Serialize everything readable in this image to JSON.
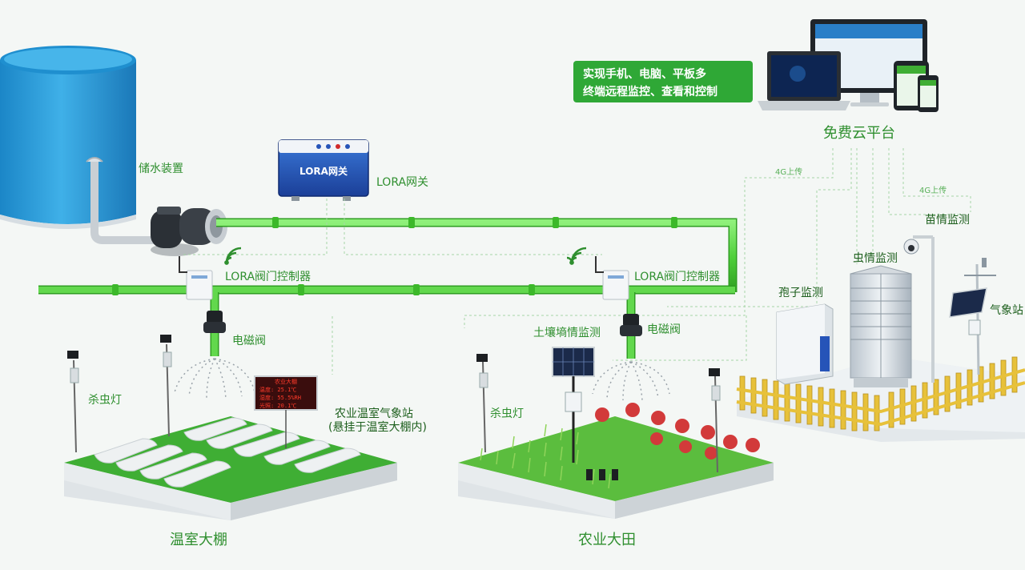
{
  "labels": {
    "water_tank": "储水装置",
    "lora_gateway": "LORA网关",
    "gateway_brand": "LORA网关",
    "valve_controller_left": "LORA阀门控制器",
    "valve_controller_right": "LORA阀门控制器",
    "solenoid_left": "电磁阀",
    "solenoid_right": "电磁阀",
    "insect_lamp_left": "杀虫灯",
    "insect_lamp_right": "杀虫灯",
    "greenhouse_weather_line1": "农业温室气象站",
    "greenhouse_weather_line2": "(悬挂于温室大棚内)",
    "soil_monitor": "土壤墒情监测",
    "spore_monitor": "孢子监测",
    "pest_monitor": "虫情监测",
    "seedling_monitor": "苗情监测",
    "weather_station": "气象站",
    "cloud_platform": "免费云平台",
    "upload_4g_left": "4G上传",
    "upload_4g_right": "4G上传",
    "greenhouse": "温室大棚",
    "farmland": "农业大田"
  },
  "banner": {
    "line1": "实现手机、电脑、平板多",
    "line2": "终端远程监控、查看和控制"
  },
  "led_display": {
    "title": "农业大棚",
    "rows": [
      "温度: 25.1℃",
      "湿度: 55.5%RH",
      "光照: 20.1℃"
    ]
  },
  "colors": {
    "pipe": "#4fcf3a",
    "label_green": "#2f8f2f",
    "tank_blue": "#2a9ad6",
    "gateway_blue": "#2654b8"
  }
}
